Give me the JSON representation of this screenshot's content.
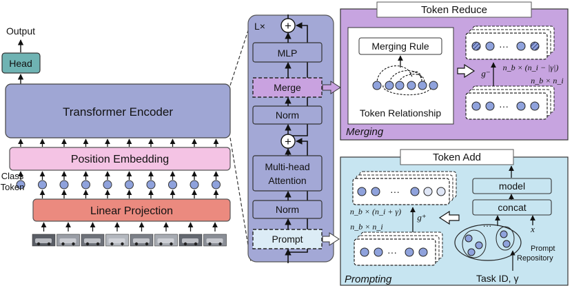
{
  "colors": {
    "head_fill": "#6fb3b3",
    "encoder_fill": "#9fa6d4",
    "position_fill": "#f4c3e4",
    "projection_fill": "#eb8a7f",
    "token_fill": "#8fa2dc",
    "block_fill": "#a3a8d6",
    "merge_fill": "#c9a2e0",
    "reduce_panel_fill": "#c7a4e0",
    "add_panel_fill": "#c7e5f1",
    "prompt_fill": "#dcecf6"
  },
  "left": {
    "output_label": "Output",
    "head_label": "Head",
    "encoder_label": "Transformer Encoder",
    "position_label": "Position Embedding",
    "class_token_label_line1": "Class",
    "class_token_label_line2": "Token",
    "projection_label": "Linear Projection",
    "token_count": 10,
    "patch_count": 8
  },
  "block": {
    "repeat_label": "L×",
    "mlp_label": "MLP",
    "merge_label": "Merge",
    "norm_top_label": "Norm",
    "attention_label_line1": "Multi-head",
    "attention_label_line2": "Attention",
    "norm_bottom_label": "Norm",
    "prompt_label": "Prompt",
    "plus_symbol": "+"
  },
  "token_reduce": {
    "title": "Token Reduce",
    "merging_rule_label": "Merging Rule",
    "token_relationship_label": "Token Relationship",
    "merging_label": "Merging",
    "g_minus": "g⁻",
    "shape_top": "n_b × (n_i − |γ|)",
    "shape_bottom": "n_b × n_i",
    "ellipsis": "···"
  },
  "token_add": {
    "title": "Token Add",
    "model_label": "model",
    "concat_label": "concat",
    "x_label": "x",
    "g_plus": "g⁺",
    "shape_top": "n_b × (n_i + γ)",
    "shape_bottom": "n_b × n_i",
    "prompt_repository_line1": "Prompt",
    "prompt_repository_line2": "Repository",
    "task_id_label": "Task ID, γ",
    "prompting_label": "Prompting",
    "ellipsis": "···"
  }
}
